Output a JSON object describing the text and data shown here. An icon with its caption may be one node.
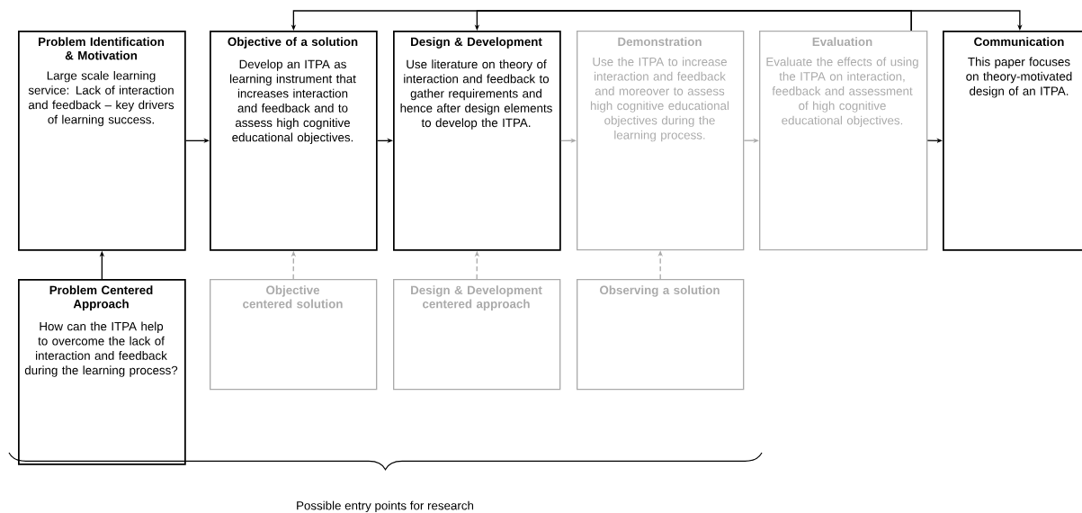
{
  "diagram": {
    "nodes": [
      {
        "text": [
          "Problem Identification & Motivation",
          "Large scale learning service: Lack of interaction and feedback – key drivers of learning success."
        ]
      },
      {
        "text": [
          "Objective of a solution",
          "Develop an ITPA as learning instrument that increases interaction and feedback and to assess high cognitive educational objectives."
        ]
      },
      {
        "text": [
          "Design & Development",
          "Use literature on theory of interaction and feedback to gather requirements and hence after design elements to develop the ITPA."
        ]
      },
      {
        "text": [
          "Demonstration",
          "Use the ITPA to increase interaction and feedback and moreover to assess high cognitive educational objectives during the learning process."
        ]
      },
      {
        "text": [
          "Evaluation",
          "Evaluate the effects of using the ITPA on interaction, feedback and assessment of high cognitive educational objectives."
        ]
      },
      {
        "text": [
          "Communication",
          "This paper focuses on theory-motivated design of an ITPA."
        ]
      },
      {
        "text": [
          "Problem Centered Approach",
          "How can the ITPA help to overcome the lack of interaction and feedback during the learning process?"
        ]
      },
      {
        "text": [
          "Objective centered solution"
        ]
      },
      {
        "text": [
          "Design & Development centered approach"
        ]
      },
      {
        "text": [
          "Observing a solution"
        ]
      }
    ],
    "edges": [
      {
        "from": 0,
        "to": 1,
        "arrow": "to"
      },
      {
        "from": 1,
        "to": 2,
        "arrow": "to"
      },
      {
        "from": 2,
        "to": 3,
        "arrow": "to",
        "color": "#aaaaaa"
      },
      {
        "from": 3,
        "to": 4,
        "arrow": "to",
        "color": "#aaaaaa"
      },
      {
        "from": 4,
        "to": 5,
        "arrow": "to"
      },
      {
        "from": 6,
        "to": 0,
        "arrow": "to"
      },
      {
        "from": 7,
        "to": 1,
        "arrow": "to",
        "style": "dashed",
        "color": "#aaaaaa"
      },
      {
        "from": 8,
        "to": 2,
        "arrow": "to",
        "style": "dashed",
        "color": "#aaaaaa"
      },
      {
        "from": 9,
        "to": 3,
        "arrow": "to",
        "style": "dashed",
        "color": "#aaaaaa"
      },
      {
        "from": 4,
        "to": 1,
        "arrow": "to"
      },
      {
        "from": 4,
        "to": 2,
        "arrow": "to"
      },
      {
        "from": 4,
        "to": 5,
        "arrow": "to"
      }
    ],
    "labels": [
      "Possible entry points for research"
    ]
  }
}
